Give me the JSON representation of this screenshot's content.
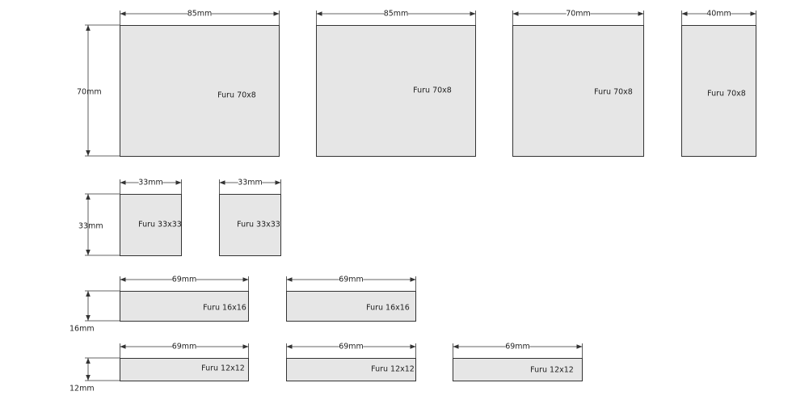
{
  "colors": {
    "panel_fill": "#e6e6e6",
    "panel_stroke": "#333333",
    "dimension_line": "#333333",
    "text": "#222222"
  },
  "rows": [
    {
      "height_label": "70mm",
      "panels": [
        {
          "label": "Furu 70x8",
          "width_label": "85mm"
        },
        {
          "label": "Furu 70x8",
          "width_label": "85mm"
        },
        {
          "label": "Furu 70x8",
          "width_label": "70mm"
        },
        {
          "label": "Furu 70x8",
          "width_label": "40mm"
        }
      ]
    },
    {
      "height_label": "33mm",
      "panels": [
        {
          "label": "Furu 33x33",
          "width_label": "33mm"
        },
        {
          "label": "Furu 33x33",
          "width_label": "33mm"
        }
      ]
    },
    {
      "height_label": "16mm",
      "panels": [
        {
          "label": "Furu 16x16",
          "width_label": "69mm"
        },
        {
          "label": "Furu 16x16",
          "width_label": "69mm"
        }
      ]
    },
    {
      "height_label": "12mm",
      "panels": [
        {
          "label": "Furu 12x12",
          "width_label": "69mm"
        },
        {
          "label": "Furu 12x12",
          "width_label": "69mm"
        },
        {
          "label": "Furu 12x12",
          "width_label": "69mm"
        }
      ]
    }
  ]
}
